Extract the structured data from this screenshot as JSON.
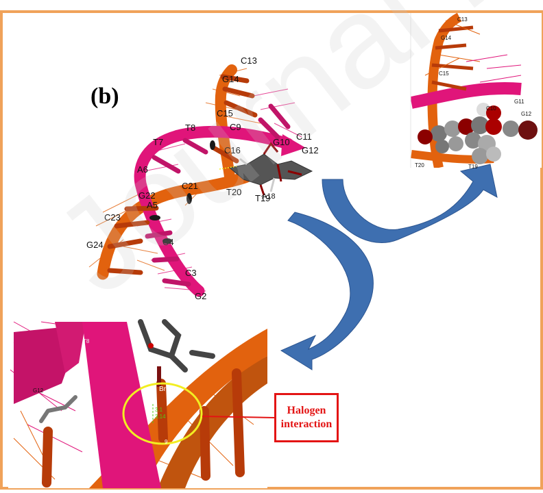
{
  "panel_label": "(b)",
  "callout": {
    "line1": "Halogen",
    "line2": "interaction"
  },
  "watermark": "Journal Pre-proof",
  "main_labels": [
    "C13",
    "G14",
    "C15",
    "C9",
    "T8",
    "T7",
    "C16",
    "G10",
    "C11",
    "G12",
    "A6",
    "C21",
    "T20",
    "T19",
    "A18",
    "G22",
    "A5",
    "C23",
    "C4",
    "G24",
    "C3",
    "G2"
  ],
  "inset_top_labels": [
    "C13",
    "G14",
    "C15",
    "C10",
    "G11",
    "G12",
    "T20",
    "T19"
  ],
  "inset_bottom_labels": [
    "T8",
    "G12",
    "Br1",
    "3.1",
    "3.14",
    "9"
  ],
  "colors": {
    "frame": "#f0a25a",
    "strand_pink": "#e0157a",
    "strand_orange": "#e2620e",
    "strand_dark": "#b73b09",
    "arrow": "#3e6fb0",
    "callout": "#e31414",
    "interaction": "#f2ee22"
  }
}
